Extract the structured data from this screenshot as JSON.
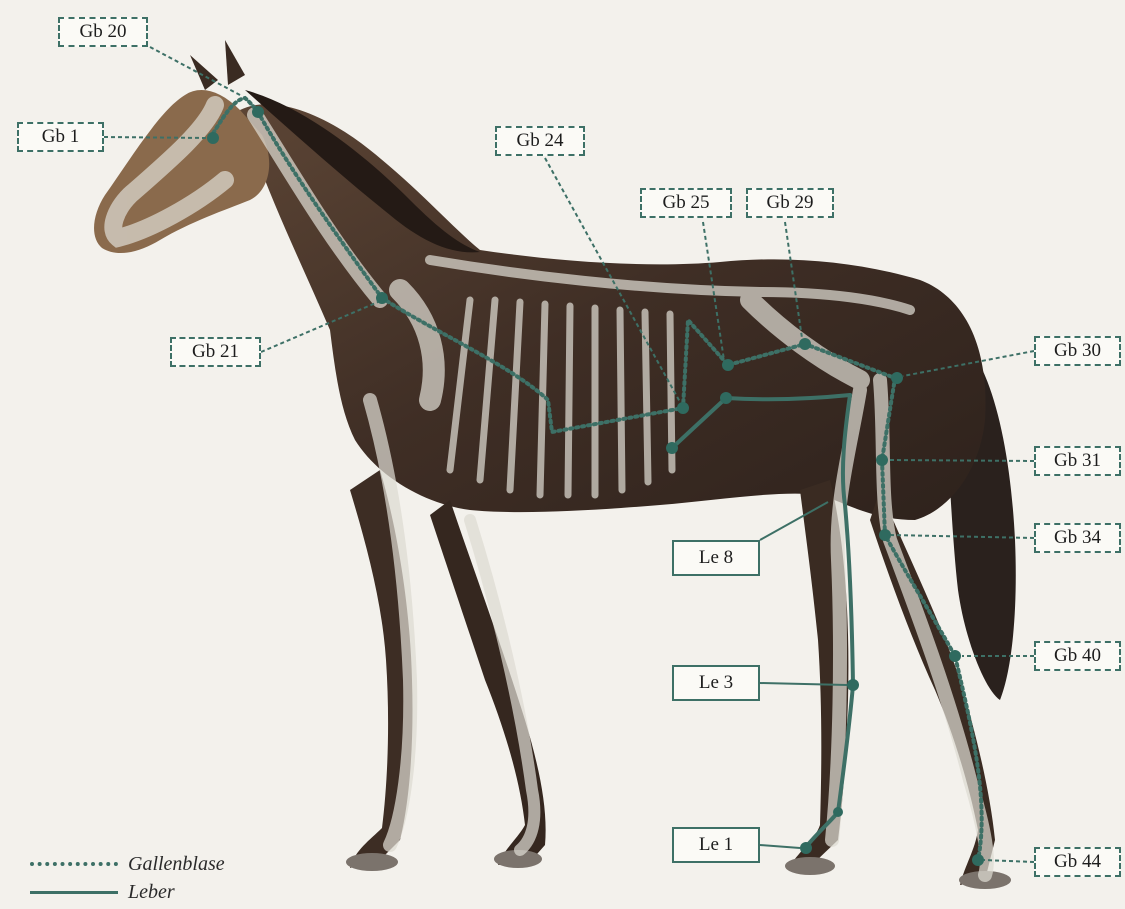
{
  "points": {
    "gb20": "Gb 20",
    "gb1": "Gb 1",
    "gb24": "Gb 24",
    "gb25": "Gb 25",
    "gb29": "Gb 29",
    "gb21": "Gb 21",
    "gb30": "Gb 30",
    "gb31": "Gb 31",
    "gb34": "Gb 34",
    "gb40": "Gb 40",
    "gb44": "Gb 44",
    "le8": "Le 8",
    "le3": "Le 3",
    "le1": "Le 1"
  },
  "legend": {
    "gallbladder": "Gallenblase",
    "liver": "Leber"
  },
  "colors": {
    "meridian": "#3d7066",
    "coat": "#4a352a",
    "bone": "#d9d6cd",
    "background": "#f3f1ec"
  }
}
